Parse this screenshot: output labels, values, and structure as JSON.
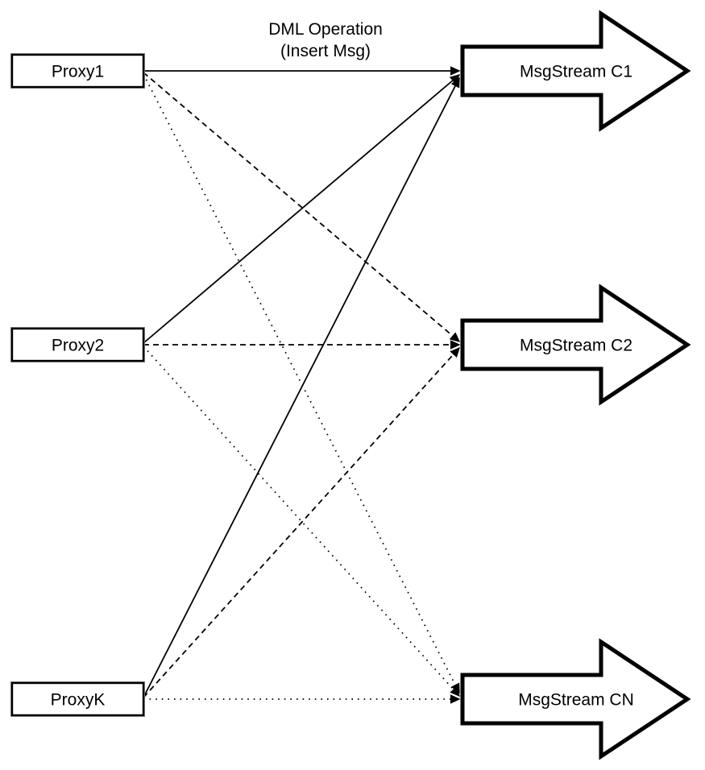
{
  "diagram": {
    "title": {
      "line1": "DML Operation",
      "line2": "(Insert Msg)"
    },
    "proxies": [
      {
        "id": "proxy1",
        "label": "Proxy1"
      },
      {
        "id": "proxy2",
        "label": "Proxy2"
      },
      {
        "id": "proxyk",
        "label": "ProxyK"
      }
    ],
    "streams": [
      {
        "id": "c1",
        "label": "MsgStream C1"
      },
      {
        "id": "c2",
        "label": "MsgStream C2"
      },
      {
        "id": "cn",
        "label": "MsgStream CN"
      }
    ],
    "edges": [
      {
        "from": "Proxy1",
        "to": "MsgStream C1",
        "style": "solid"
      },
      {
        "from": "Proxy1",
        "to": "MsgStream C2",
        "style": "dashed"
      },
      {
        "from": "Proxy1",
        "to": "MsgStream CN",
        "style": "dotted"
      },
      {
        "from": "Proxy2",
        "to": "MsgStream C1",
        "style": "solid"
      },
      {
        "from": "Proxy2",
        "to": "MsgStream C2",
        "style": "dashed"
      },
      {
        "from": "Proxy2",
        "to": "MsgStream CN",
        "style": "dotted"
      },
      {
        "from": "ProxyK",
        "to": "MsgStream C1",
        "style": "solid"
      },
      {
        "from": "ProxyK",
        "to": "MsgStream C2",
        "style": "dashed"
      },
      {
        "from": "ProxyK",
        "to": "MsgStream CN",
        "style": "dotted"
      }
    ],
    "colors": {
      "stroke": "#000000",
      "fill": "#ffffff",
      "box_outline": "#8c8c8c",
      "background": "#ffffff"
    }
  }
}
